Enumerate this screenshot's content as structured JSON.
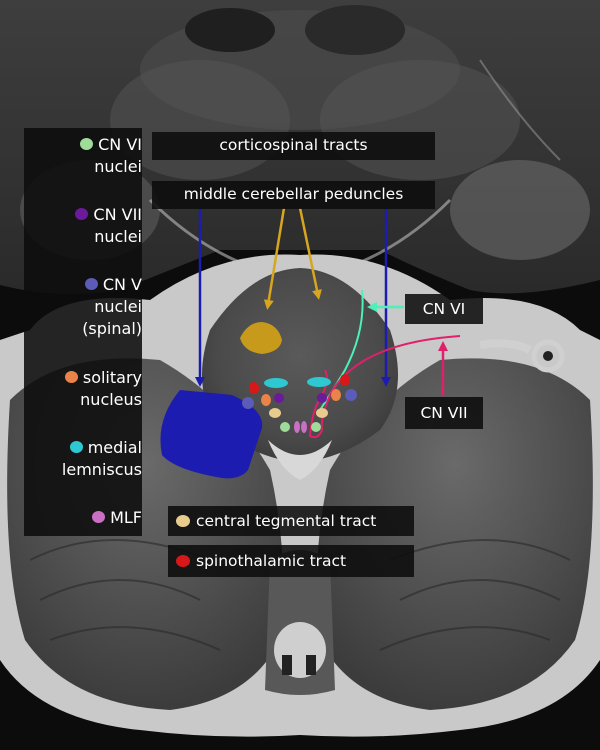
{
  "labels": {
    "corticospinal": "corticospinal tracts",
    "middle_cerebellar": "middle cerebellar peduncles",
    "cn_vi": "CN VI",
    "cn_vii": "CN VII"
  },
  "legend": [
    {
      "line1": "CN VI",
      "line2": "nuclei",
      "line3": "",
      "color": "#9fdc9a"
    },
    {
      "line1": "CN VII",
      "line2": "nuclei",
      "line3": "",
      "color": "#6a1a9a"
    },
    {
      "line1": "CN V",
      "line2": "nuclei",
      "line3": "(spinal)",
      "color": "#5b5bb8"
    },
    {
      "line1": "solitary",
      "line2": "nucleus",
      "line3": "",
      "color": "#e9834a"
    },
    {
      "line1": "medial",
      "line2": "lemniscus",
      "line3": "",
      "color": "#2ec8d2"
    },
    {
      "line1": "MLF",
      "line2": "",
      "line3": "",
      "color": "#c96fc4"
    }
  ],
  "bottom_legend": [
    {
      "text": "central tegmental tract",
      "color": "#e8cc8e"
    },
    {
      "text": "spinothalamic tract",
      "color": "#d81818"
    }
  ],
  "colors": {
    "corticospinal": "#d8a51f",
    "middle_cerebellar": "#1c1cb0",
    "cn_vi_arrow": "#4cf0b8",
    "cn_vii_arrow": "#e0206a"
  }
}
